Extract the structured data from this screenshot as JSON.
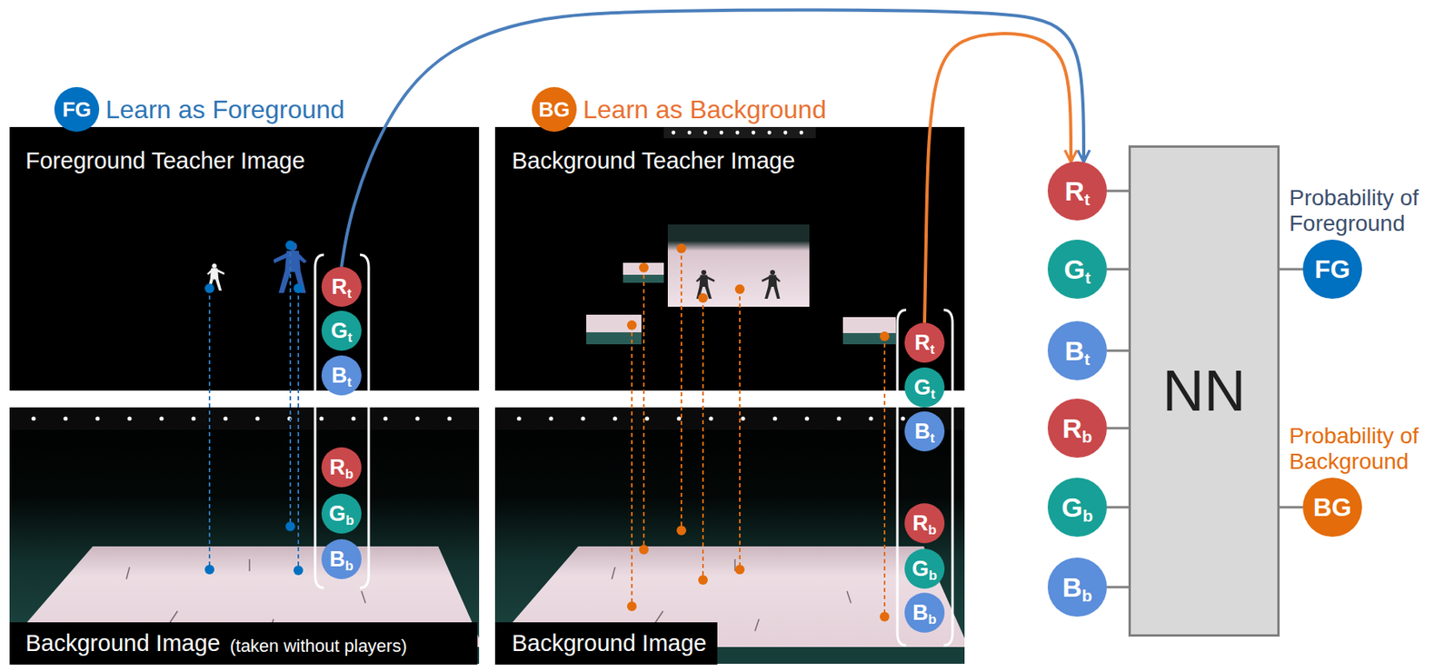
{
  "diagram": {
    "nodes": [
      {
        "text": [
          "FG",
          "Learn as Foreground"
        ]
      },
      {
        "text": [
          "BG",
          "Learn as Background"
        ]
      },
      {
        "text": [
          "R",
          "t"
        ]
      },
      {
        "text": [
          "G",
          "t"
        ]
      },
      {
        "text": [
          "B",
          "t"
        ]
      },
      {
        "text": [
          "R",
          "b"
        ]
      },
      {
        "text": [
          "G",
          "b"
        ]
      },
      {
        "text": [
          "B",
          "b"
        ]
      },
      {
        "text": [
          "R",
          "t"
        ]
      },
      {
        "text": [
          "G",
          "t"
        ]
      },
      {
        "text": [
          "B",
          "t"
        ]
      },
      {
        "text": [
          "R",
          "b"
        ]
      },
      {
        "text": [
          "G",
          "b"
        ]
      },
      {
        "text": [
          "B",
          "b"
        ]
      },
      {
        "text": [
          "R",
          "t"
        ]
      },
      {
        "text": [
          "G",
          "t"
        ]
      },
      {
        "text": [
          "B",
          "t"
        ]
      },
      {
        "text": [
          "R",
          "b"
        ]
      },
      {
        "text": [
          "G",
          "b"
        ]
      },
      {
        "text": [
          "B",
          "b"
        ]
      },
      {
        "text": [
          "NN"
        ]
      },
      {
        "text": [
          "FG",
          "Probability of Foreground"
        ]
      },
      {
        "text": [
          "BG",
          "Probability of Background"
        ]
      }
    ],
    "edges": [
      {
        "from": 2,
        "to": 14,
        "arrow": "to"
      },
      {
        "from": 8,
        "to": 14,
        "arrow": "to"
      },
      {
        "from": 14,
        "to": 20,
        "arrow": "none"
      },
      {
        "from": 15,
        "to": 20,
        "arrow": "none"
      },
      {
        "from": 16,
        "to": 20,
        "arrow": "none"
      },
      {
        "from": 17,
        "to": 20,
        "arrow": "none"
      },
      {
        "from": 18,
        "to": 20,
        "arrow": "none"
      },
      {
        "from": 19,
        "to": 20,
        "arrow": "none"
      },
      {
        "from": 20,
        "to": 21,
        "arrow": "none"
      },
      {
        "from": 20,
        "to": 22,
        "arrow": "none"
      }
    ],
    "labels": [
      "Foreground Teacher Image",
      "Background Image",
      "(taken without players)",
      "Background Teacher Image",
      "Background Image"
    ]
  }
}
